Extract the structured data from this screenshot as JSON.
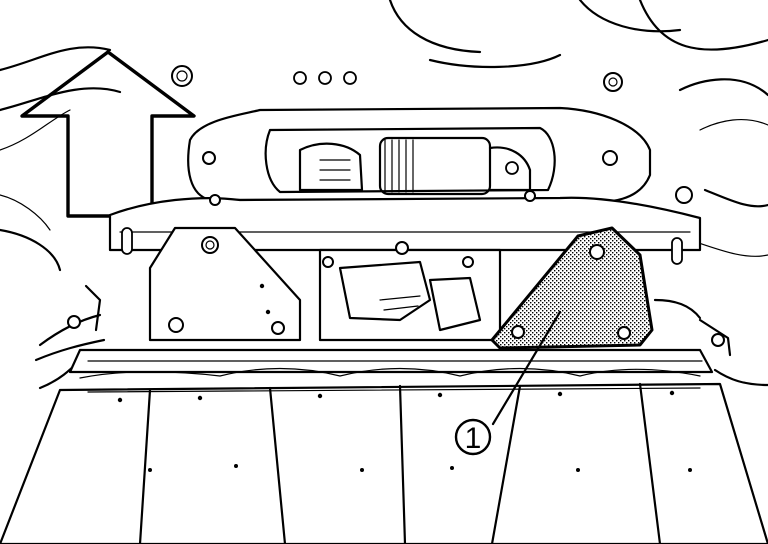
{
  "diagram": {
    "colors": {
      "line": "#000000",
      "background": "#ffffff",
      "highlight_pattern": "#000000"
    },
    "direction_indicator": {
      "icon": "arrow-up-icon",
      "meaning": "front"
    },
    "callouts": [
      {
        "number": "1",
        "glyph": "1",
        "target": "highlighted-bracket"
      }
    ]
  }
}
